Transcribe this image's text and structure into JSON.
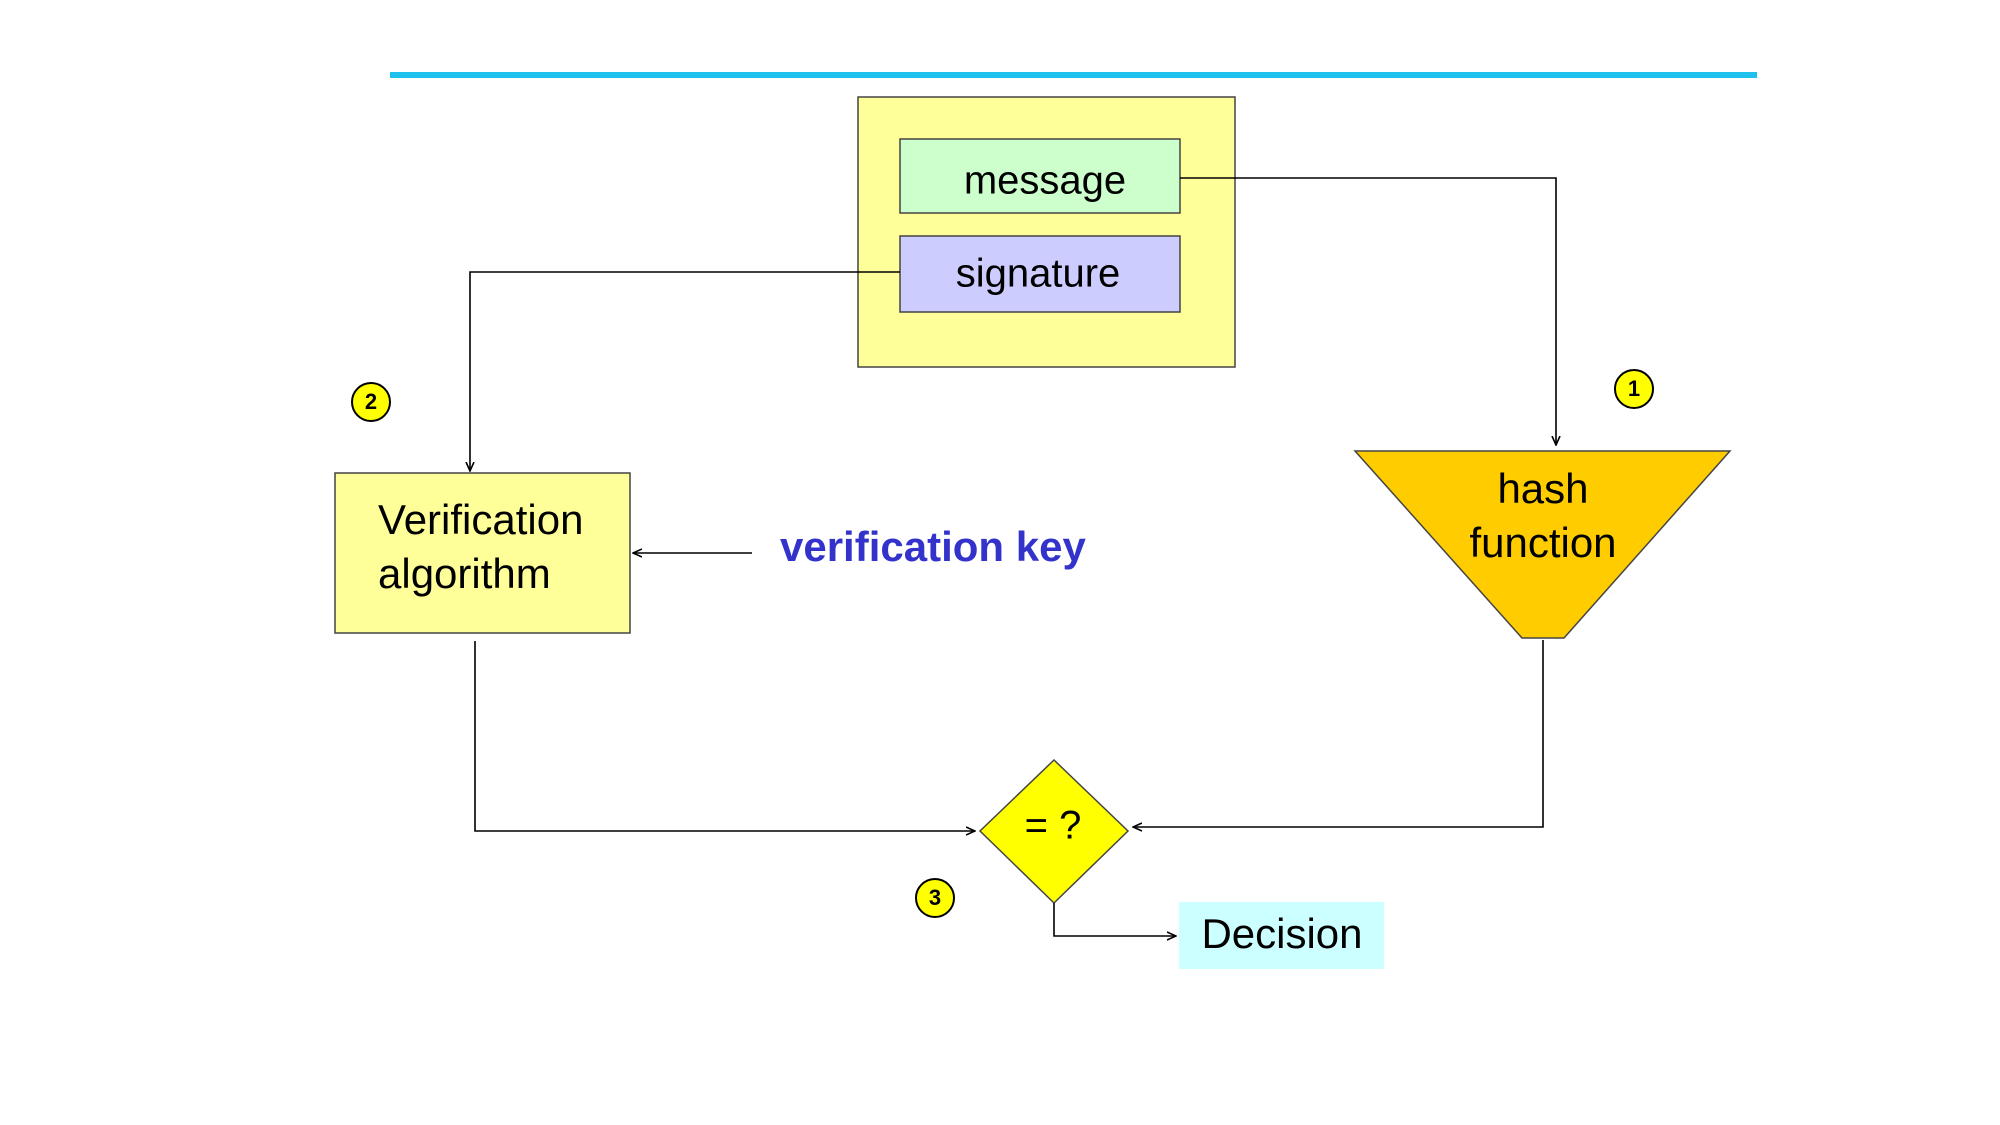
{
  "diagram": {
    "message_label": "message",
    "signature_label": "signature",
    "verification_algorithm_line1": "Verification",
    "verification_algorithm_line2": "algorithm",
    "verification_key_label": "verification key",
    "hash_function_line1": "hash",
    "hash_function_line2": "function",
    "compare_label": "= ?",
    "decision_label": "Decision",
    "step_badges": {
      "one": "1",
      "two": "2",
      "three": "3"
    }
  },
  "colors": {
    "accent_rule": "#1ec0ec",
    "outer_box_fill": "#ffff99",
    "message_fill": "#ccffcc",
    "signature_fill": "#ccccff",
    "verification_box_fill": "#ffff99",
    "hash_fill": "#ffcc00",
    "diamond_fill": "#ffff00",
    "decision_fill": "#ccffff",
    "badge_fill": "#ffff00",
    "key_text": "#3333cc",
    "line": "#000000"
  }
}
